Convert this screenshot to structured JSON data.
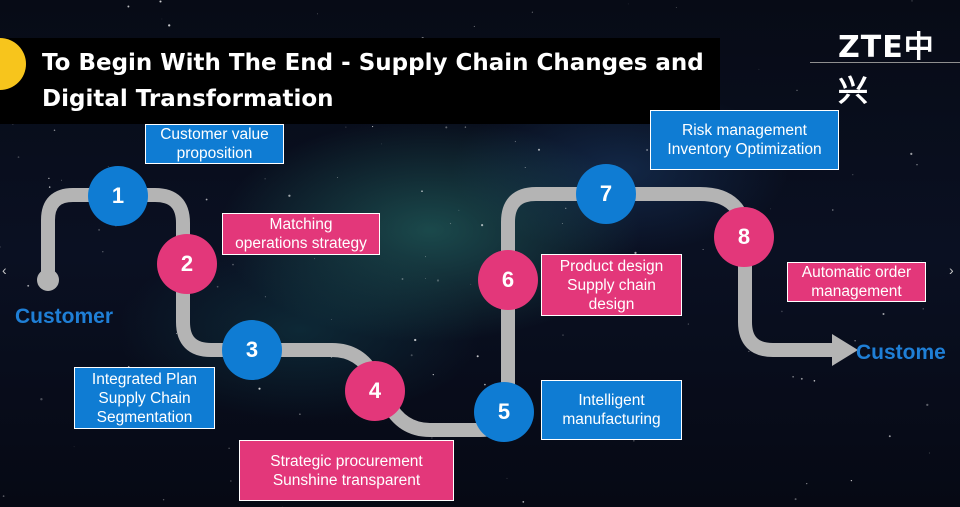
{
  "header": {
    "title_line1": "To Begin With The End - Supply Chain Changes and",
    "title_line2": "Digital Transformation",
    "logo_text": "ZTE中兴"
  },
  "endpoints": {
    "start": "Customer",
    "end": "Custome"
  },
  "steps": [
    {
      "num": "1",
      "color": "blue",
      "label_lines": [
        "Customer value",
        "proposition"
      ]
    },
    {
      "num": "2",
      "color": "pink",
      "label_lines": [
        "Matching",
        "operations strategy"
      ]
    },
    {
      "num": "3",
      "color": "blue",
      "label_lines": [
        "Integrated Plan",
        "Supply Chain",
        "Segmentation"
      ]
    },
    {
      "num": "4",
      "color": "pink",
      "label_lines": [
        "Strategic procurement",
        "Sunshine transparent"
      ]
    },
    {
      "num": "5",
      "color": "blue",
      "label_lines": [
        "Intelligent",
        "manufacturing"
      ]
    },
    {
      "num": "6",
      "color": "pink",
      "label_lines": [
        "Product design",
        "Supply chain",
        "design"
      ]
    },
    {
      "num": "7",
      "color": "blue",
      "label_lines": [
        "Risk management",
        "Inventory Optimization"
      ]
    },
    {
      "num": "8",
      "color": "pink",
      "label_lines": [
        "Automatic order",
        "management"
      ]
    }
  ],
  "nav": {
    "prev": "‹",
    "next": "›"
  },
  "colors": {
    "blue": "#0f7cd3",
    "pink": "#e3377a",
    "path": "#b4b4b4",
    "accent": "#f7c51c"
  },
  "icons": {
    "prev": "chevron-left-icon",
    "next": "chevron-right-icon",
    "end_arrow": "arrow-right-icon"
  }
}
